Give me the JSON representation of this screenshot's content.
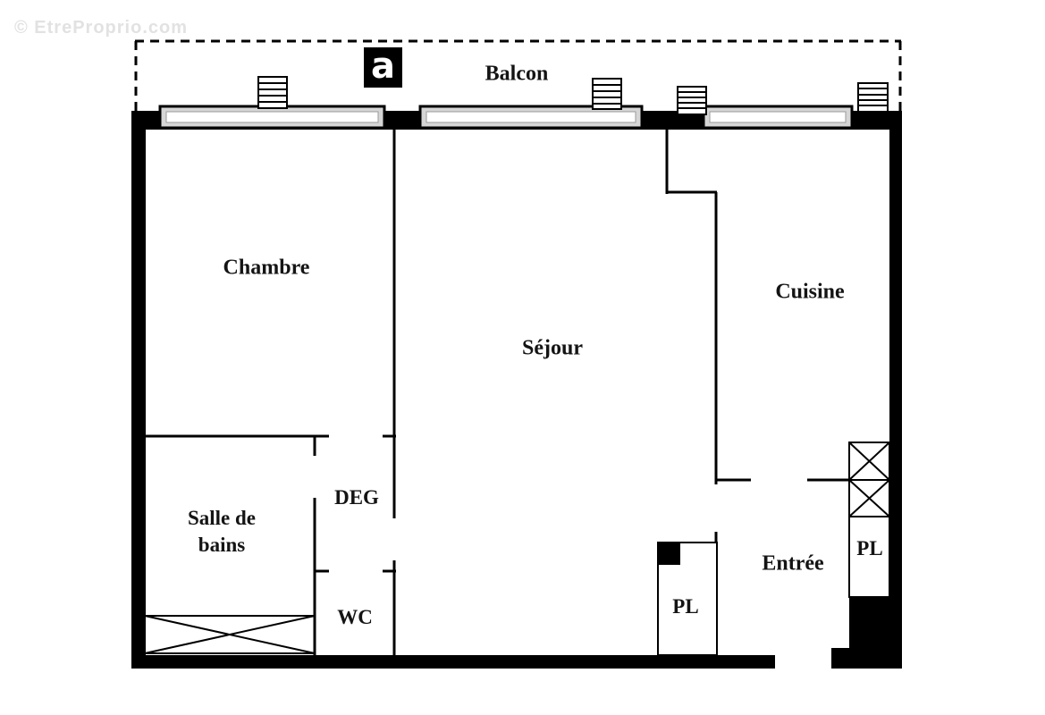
{
  "watermark": "© EtreProprio.com",
  "logo_letter": "a",
  "labels": {
    "balcony": "Balcon",
    "bedroom": "Chambre",
    "living": "Séjour",
    "kitchen": "Cuisine",
    "bathroom_line1": "Salle de",
    "bathroom_line2": "bains",
    "hall": "DEG",
    "wc": "WC",
    "closet_living": "PL",
    "entry": "Entrée",
    "closet_entry": "PL"
  }
}
